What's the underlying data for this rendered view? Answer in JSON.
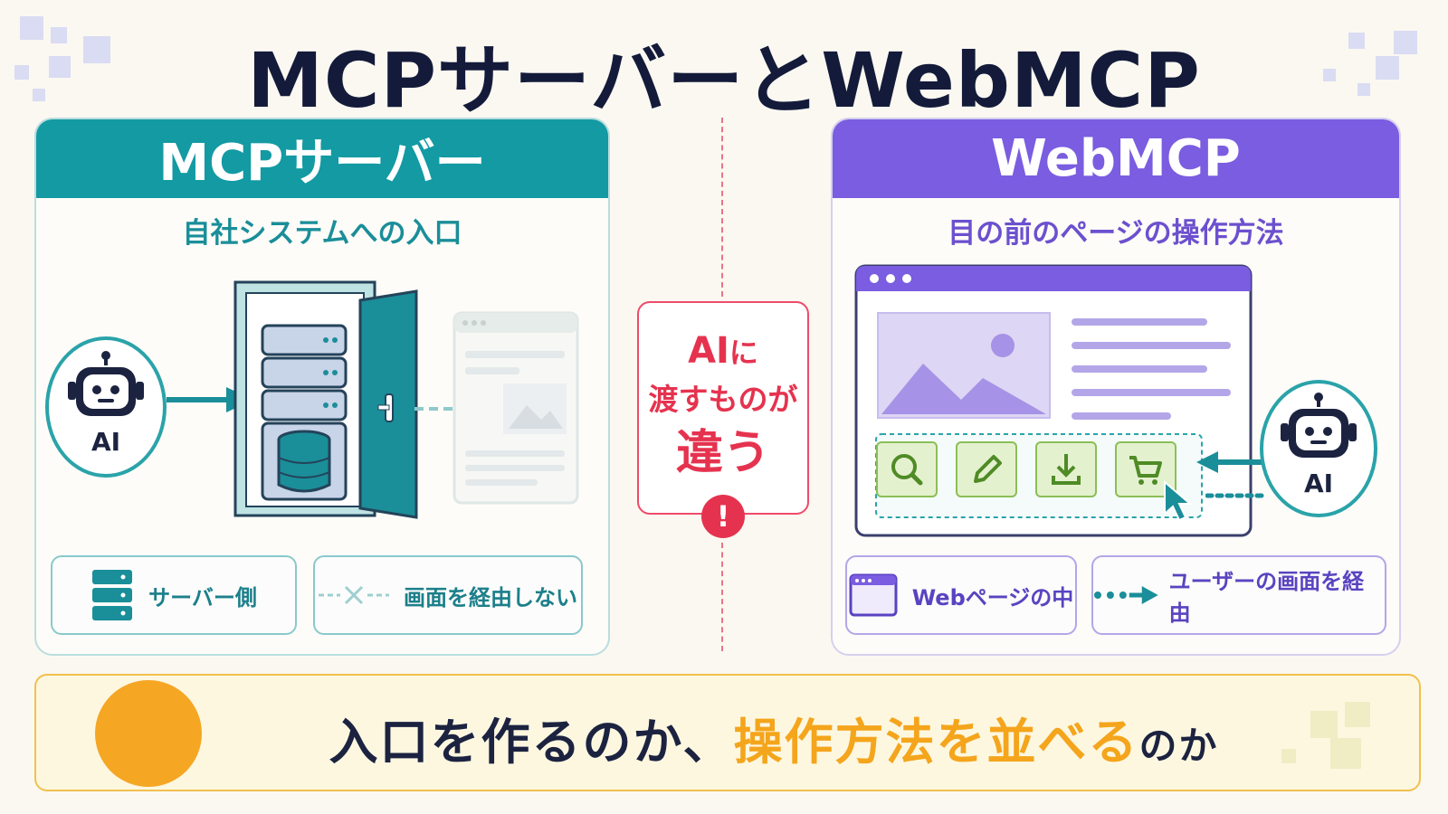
{
  "title": "MCPサーバーとWebMCP",
  "left_panel": {
    "header": "MCPサーバー",
    "subtitle": "自社システムへの入口",
    "ai_label": "AI",
    "chips": [
      {
        "icon": "server-stack-icon",
        "label": "サーバー側"
      },
      {
        "icon": "dashed-cross-icon",
        "label": "画面を経由しない"
      }
    ]
  },
  "right_panel": {
    "header": "WebMCP",
    "subtitle": "目の前のページの操作方法",
    "ai_label": "AI",
    "tool_icons": [
      "search-icon",
      "pencil-icon",
      "download-icon",
      "cart-icon"
    ],
    "chips": [
      {
        "icon": "browser-window-icon",
        "label": "Webページの中"
      },
      {
        "icon": "dotted-arrow-icon",
        "label": "ユーザーの画面を経由"
      }
    ]
  },
  "center": {
    "line1_a": "AI",
    "line1_b": "に",
    "line2": "渡すものが",
    "line3": "違う",
    "icon": "exclamation-icon"
  },
  "conclusion": {
    "part1": "入口を作るのか、",
    "highlight": "操作方法を並べる",
    "part2": "のか"
  },
  "colors": {
    "teal": "#139aa3",
    "purple": "#7a5de0",
    "red": "#e5334f",
    "amber": "#f5a623"
  }
}
